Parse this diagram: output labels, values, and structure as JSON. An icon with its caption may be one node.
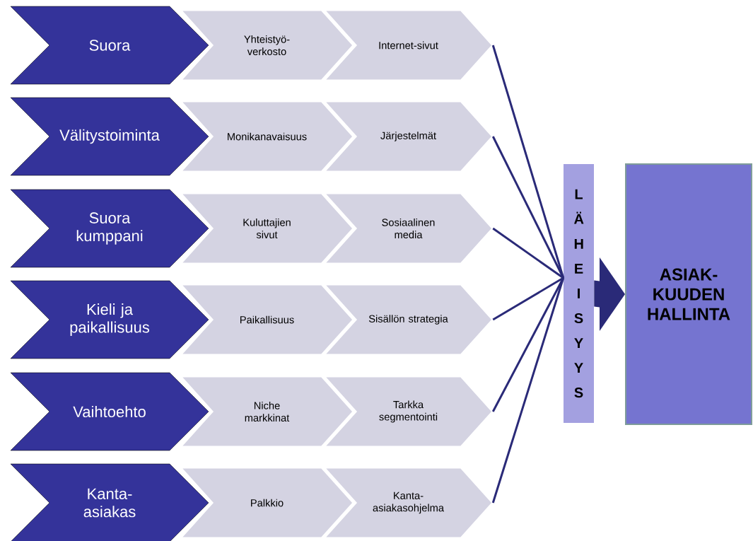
{
  "diagram": {
    "nodes": [
      {
        "text": [
          "Suora"
        ]
      },
      {
        "text": [
          "Yhteistyö- verkosto"
        ]
      },
      {
        "text": [
          "Internet-sivut"
        ]
      },
      {
        "text": [
          "Välitystoiminta"
        ]
      },
      {
        "text": [
          "Monikanavaisuus"
        ]
      },
      {
        "text": [
          "Järjestelmät"
        ]
      },
      {
        "text": [
          "Suora kumppani"
        ]
      },
      {
        "text": [
          "Kuluttajien sivut"
        ]
      },
      {
        "text": [
          "Sosiaalinen media"
        ]
      },
      {
        "text": [
          "Kieli ja paikallisuus"
        ]
      },
      {
        "text": [
          "Paikallisuus"
        ]
      },
      {
        "text": [
          "Sisällön strategia"
        ]
      },
      {
        "text": [
          "Vaihtoehto"
        ]
      },
      {
        "text": [
          "Niche markkinat"
        ]
      },
      {
        "text": [
          "Tarkka segmentointi"
        ]
      },
      {
        "text": [
          "Kanta- asiakas"
        ]
      },
      {
        "text": [
          "Palkkio"
        ]
      },
      {
        "text": [
          "Kanta- asiakasohjelma"
        ]
      },
      {
        "text": [
          "L Ä H E I S Y Y S"
        ]
      },
      {
        "text": [
          "ASIAK- KUUDEN HALLINTA"
        ]
      }
    ],
    "edges": [
      {
        "from": 2,
        "to": 18,
        "arrow": "none"
      },
      {
        "from": 5,
        "to": 18,
        "arrow": "none"
      },
      {
        "from": 8,
        "to": 18,
        "arrow": "none"
      },
      {
        "from": 11,
        "to": 18,
        "arrow": "none"
      },
      {
        "from": 14,
        "to": 18,
        "arrow": "none"
      },
      {
        "from": 17,
        "to": 18,
        "arrow": "none"
      },
      {
        "from": 18,
        "to": 19,
        "arrow": "to",
        "style": "thick"
      }
    ]
  }
}
